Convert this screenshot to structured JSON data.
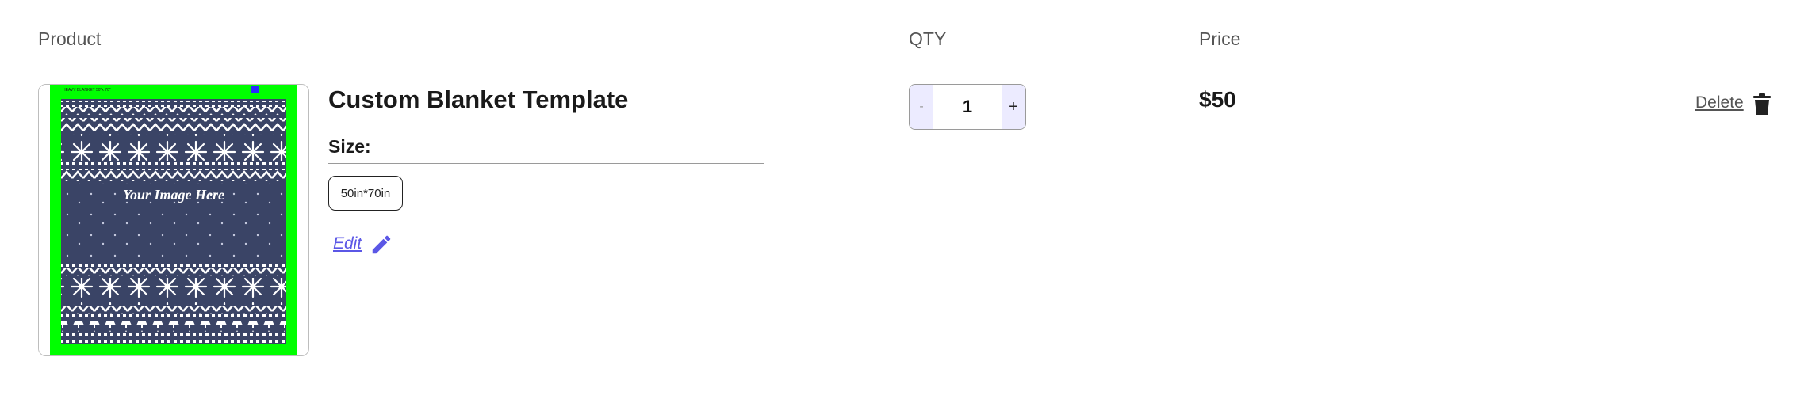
{
  "columns": {
    "product": "Product",
    "qty": "QTY",
    "price": "Price"
  },
  "item": {
    "thumbnail": {
      "label_top": "HEAVY BLANKET  50\"x 70\"",
      "overlay_text": "Your Image Here",
      "border_color": "#00ff00",
      "pattern_color": "#3a4466"
    },
    "title": "Custom Blanket Template",
    "size_label": "Size:",
    "size_option": "50in*70in",
    "edit_label": "Edit",
    "quantity": {
      "minus": "-",
      "value": "1",
      "plus": "+"
    },
    "price": "$50",
    "delete_label": "Delete"
  },
  "colors": {
    "accent": "#5b57e6",
    "stepper_bg": "#ecebff"
  },
  "icons": {
    "edit": "pencil-icon",
    "delete": "trash-icon"
  }
}
